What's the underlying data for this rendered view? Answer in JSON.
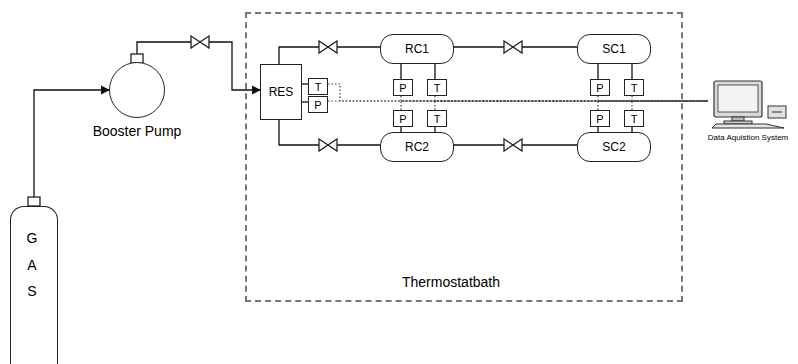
{
  "diagram": {
    "nodes": [
      {
        "text": [
          "G A S"
        ]
      },
      {
        "text": [
          "Booster Pump"
        ]
      },
      {
        "text": [
          "Thermostatbath"
        ]
      },
      {
        "text": [
          "RES"
        ],
        "in": 2
      },
      {
        "text": [
          "T"
        ],
        "in": 2
      },
      {
        "text": [
          "P"
        ],
        "in": 2
      },
      {
        "text": [
          "RC1"
        ],
        "in": 2
      },
      {
        "text": [
          "P"
        ],
        "in": 2
      },
      {
        "text": [
          "T"
        ],
        "in": 2
      },
      {
        "text": [
          "SC1"
        ],
        "in": 2
      },
      {
        "text": [
          "P"
        ],
        "in": 2
      },
      {
        "text": [
          "T"
        ],
        "in": 2
      },
      {
        "text": [
          "RC2"
        ],
        "in": 2
      },
      {
        "text": [
          "P"
        ],
        "in": 2
      },
      {
        "text": [
          "T"
        ],
        "in": 2
      },
      {
        "text": [
          "SC2"
        ],
        "in": 2
      },
      {
        "text": [
          "P"
        ],
        "in": 2
      },
      {
        "text": [
          "T"
        ],
        "in": 2
      },
      {
        "text": [
          "Data Aquistion System"
        ]
      }
    ],
    "edges": [
      {
        "from": 0,
        "to": 1,
        "arrow": "to"
      },
      {
        "from": 1,
        "to": 3,
        "arrow": "to"
      },
      {
        "from": 3,
        "to": 6,
        "arrow": "none"
      },
      {
        "from": 3,
        "to": 12,
        "arrow": "none"
      },
      {
        "from": 6,
        "to": 9,
        "arrow": "none"
      },
      {
        "from": 12,
        "to": 15,
        "arrow": "none"
      },
      {
        "from": 3,
        "to": 4,
        "arrow": "none"
      },
      {
        "from": 3,
        "to": 5,
        "arrow": "none"
      },
      {
        "from": 6,
        "to": 7,
        "arrow": "none"
      },
      {
        "from": 6,
        "to": 8,
        "arrow": "none"
      },
      {
        "from": 9,
        "to": 10,
        "arrow": "none"
      },
      {
        "from": 9,
        "to": 11,
        "arrow": "none"
      },
      {
        "from": 12,
        "to": 13,
        "arrow": "none"
      },
      {
        "from": 12,
        "to": 14,
        "arrow": "none"
      },
      {
        "from": 15,
        "to": 16,
        "arrow": "none"
      },
      {
        "from": 15,
        "to": 17,
        "arrow": "none"
      },
      {
        "from": 4,
        "to": 18,
        "arrow": "none"
      },
      {
        "from": 5,
        "to": 18,
        "arrow": "none"
      },
      {
        "from": 7,
        "to": 18,
        "arrow": "none"
      },
      {
        "from": 8,
        "to": 18,
        "arrow": "none"
      },
      {
        "from": 10,
        "to": 18,
        "arrow": "none"
      },
      {
        "from": 11,
        "to": 18,
        "arrow": "none"
      },
      {
        "from": 13,
        "to": 18,
        "arrow": "none"
      },
      {
        "from": 14,
        "to": 18,
        "arrow": "none"
      },
      {
        "from": 16,
        "to": 18,
        "arrow": "none"
      },
      {
        "from": 17,
        "to": 18,
        "arrow": "none"
      }
    ]
  }
}
